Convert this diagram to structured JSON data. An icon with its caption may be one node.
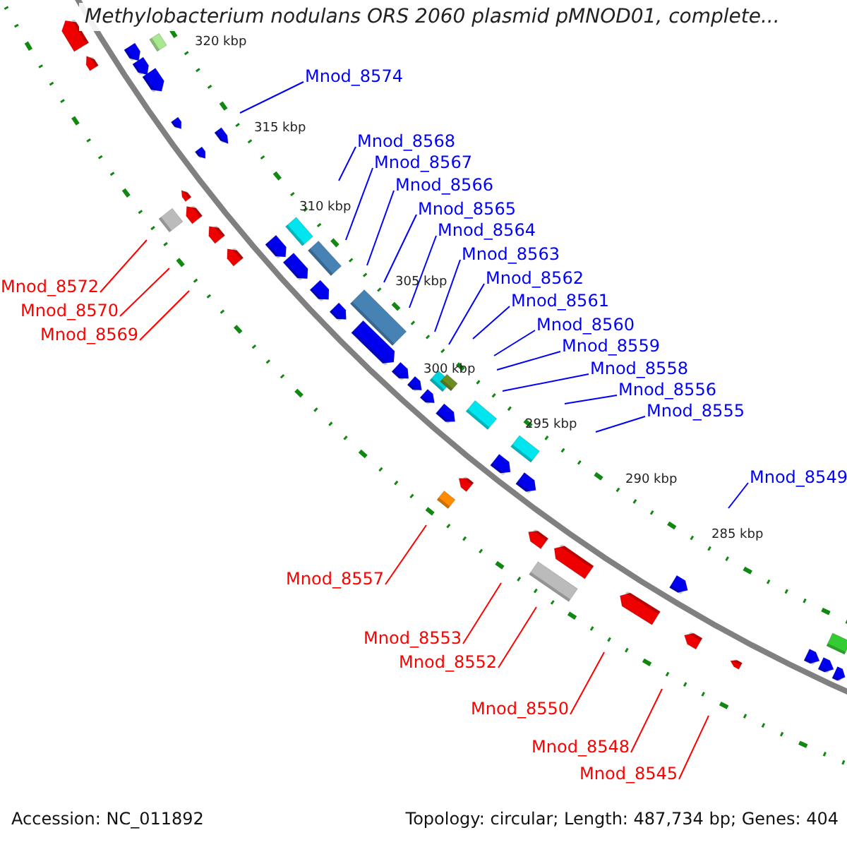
{
  "diagram": {
    "title": "Methylobacterium nodulans ORS 2060 plasmid pMNOD01, complete...",
    "nodes": [
      {
        "text": [
          "Mnod_8574"
        ]
      },
      {
        "text": [
          "Mnod_8568"
        ]
      },
      {
        "text": [
          "Mnod_8567"
        ]
      },
      {
        "text": [
          "Mnod_8566"
        ]
      },
      {
        "text": [
          "Mnod_8565"
        ]
      },
      {
        "text": [
          "Mnod_8564"
        ]
      },
      {
        "text": [
          "Mnod_8563"
        ]
      },
      {
        "text": [
          "Mnod_8562"
        ]
      },
      {
        "text": [
          "Mnod_8561"
        ]
      },
      {
        "text": [
          "Mnod_8560"
        ]
      },
      {
        "text": [
          "Mnod_8559"
        ]
      },
      {
        "text": [
          "Mnod_8558"
        ]
      },
      {
        "text": [
          "Mnod_8556"
        ]
      },
      {
        "text": [
          "Mnod_8555"
        ]
      },
      {
        "text": [
          "Mnod_8549"
        ]
      },
      {
        "text": [
          "Mnod_8572"
        ]
      },
      {
        "text": [
          "Mnod_8570"
        ]
      },
      {
        "text": [
          "Mnod_8569"
        ]
      },
      {
        "text": [
          "Mnod_8557"
        ]
      },
      {
        "text": [
          "Mnod_8553"
        ]
      },
      {
        "text": [
          "Mnod_8552"
        ]
      },
      {
        "text": [
          "Mnod_8550"
        ]
      },
      {
        "text": [
          "Mnod_8548"
        ]
      },
      {
        "text": [
          "Mnod_8545"
        ]
      }
    ],
    "edges": [
      {
        "from": 0,
        "to": null,
        "arrow": "none"
      },
      {
        "from": 1,
        "to": null,
        "arrow": "none"
      },
      {
        "from": 2,
        "to": null,
        "arrow": "none"
      },
      {
        "from": 3,
        "to": null,
        "arrow": "none"
      },
      {
        "from": 4,
        "to": null,
        "arrow": "none"
      },
      {
        "from": 5,
        "to": null,
        "arrow": "none"
      },
      {
        "from": 6,
        "to": null,
        "arrow": "none"
      },
      {
        "from": 7,
        "to": null,
        "arrow": "none"
      },
      {
        "from": 8,
        "to": null,
        "arrow": "none"
      },
      {
        "from": 9,
        "to": null,
        "arrow": "none"
      },
      {
        "from": 10,
        "to": null,
        "arrow": "none"
      },
      {
        "from": 11,
        "to": null,
        "arrow": "none"
      },
      {
        "from": 12,
        "to": null,
        "arrow": "none"
      },
      {
        "from": 13,
        "to": null,
        "arrow": "none"
      },
      {
        "from": 14,
        "to": null,
        "arrow": "none"
      },
      {
        "from": 15,
        "to": null,
        "arrow": "none",
        "color": "#ff0000"
      },
      {
        "from": 16,
        "to": null,
        "arrow": "none",
        "color": "#ff0000"
      },
      {
        "from": 17,
        "to": null,
        "arrow": "none",
        "color": "#ff0000"
      },
      {
        "from": 18,
        "to": null,
        "arrow": "none",
        "color": "#ff0000"
      },
      {
        "from": 19,
        "to": null,
        "arrow": "none",
        "color": "#ff0000"
      },
      {
        "from": 20,
        "to": null,
        "arrow": "none",
        "color": "#ff0000"
      },
      {
        "from": 21,
        "to": null,
        "arrow": "none",
        "color": "#ff0000"
      },
      {
        "from": 22,
        "to": null,
        "arrow": "none",
        "color": "#ff0000"
      },
      {
        "from": 23,
        "to": null,
        "arrow": "none",
        "color": "#ff0000"
      }
    ],
    "labels": [
      "320 kbp",
      "315 kbp",
      "310 kbp",
      "305 kbp",
      "300 kbp",
      "295 kbp",
      "290 kbp",
      "285 kbp",
      "Accession: NC_011892",
      "Topology: circular; Length: 487,734 bp; Genes: 404"
    ]
  }
}
